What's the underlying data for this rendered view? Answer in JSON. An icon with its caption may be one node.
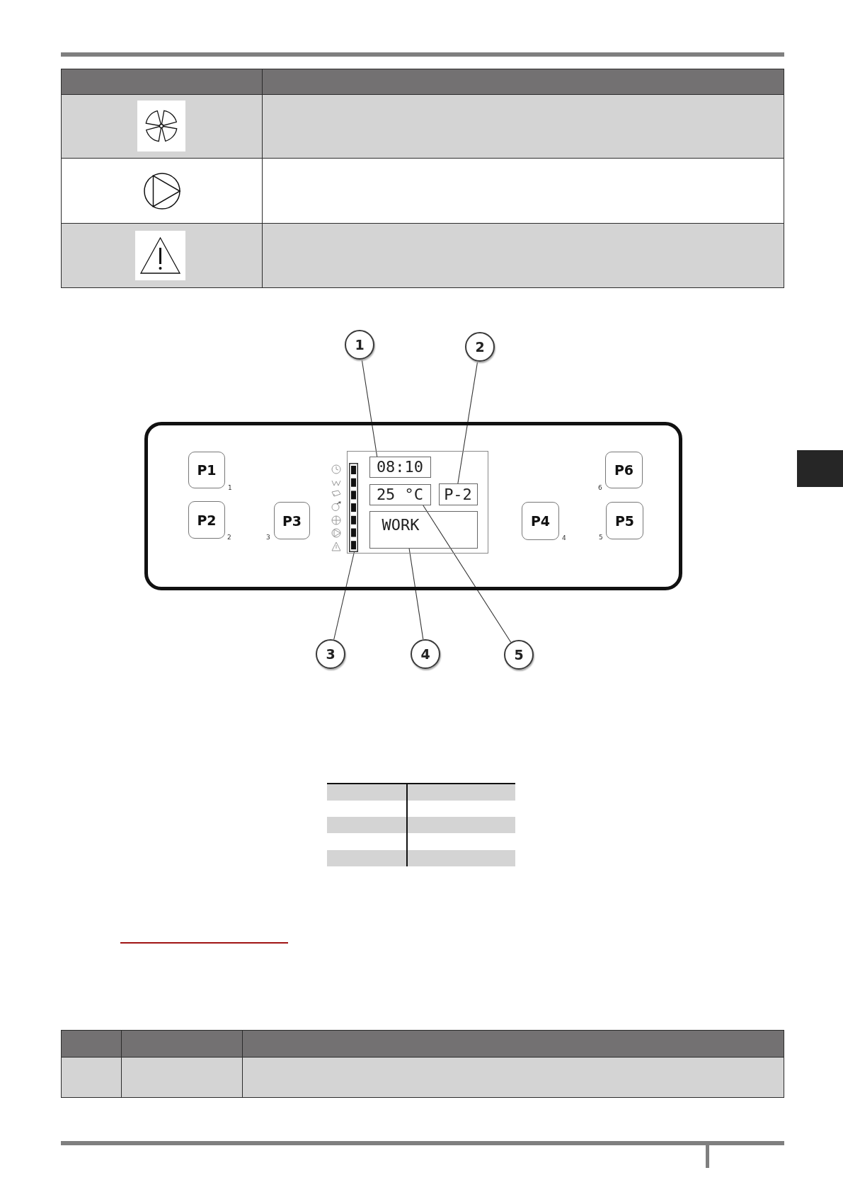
{
  "diagram": {
    "nodes": [
      {
        "text": [
          "1"
        ]
      },
      {
        "text": [
          "2"
        ]
      },
      {
        "text": [],
        "shape": "box"
      },
      {
        "text": [
          "P1"
        ],
        "beside": [
          "1"
        ],
        "in": 2
      },
      {
        "text": [
          "P2"
        ],
        "beside": [
          "2"
        ],
        "in": 2
      },
      {
        "text": [
          "P3"
        ],
        "beside": [
          "3"
        ],
        "in": 2
      },
      {
        "text": [],
        "shape": "box",
        "in": 2
      },
      {
        "text": [],
        "shape": "bar",
        "in": 6
      },
      {
        "text": [
          "08:10"
        ],
        "in": 6
      },
      {
        "text": [
          "25 °C"
        ],
        "in": 6
      },
      {
        "text": [
          "P-2"
        ],
        "in": 6
      },
      {
        "text": [
          "WORK"
        ],
        "in": 6
      },
      {
        "text": [
          "P4"
        ],
        "beside": [
          "4"
        ],
        "in": 2
      },
      {
        "text": [
          "P6"
        ],
        "beside": [
          "6"
        ],
        "in": 2
      },
      {
        "text": [
          "P5"
        ],
        "beside": [
          "5"
        ],
        "in": 2
      },
      {
        "text": [
          "3"
        ]
      },
      {
        "text": [
          "4"
        ]
      },
      {
        "text": [
          "5"
        ]
      }
    ],
    "edges": [
      {
        "from": 0,
        "to": 8,
        "arrow": "none"
      },
      {
        "from": 1,
        "to": 10,
        "arrow": "none"
      },
      {
        "from": 15,
        "to": 7,
        "arrow": "none"
      },
      {
        "from": 16,
        "to": 11,
        "arrow": "none"
      },
      {
        "from": 17,
        "to": 9,
        "arrow": "none"
      }
    ]
  }
}
